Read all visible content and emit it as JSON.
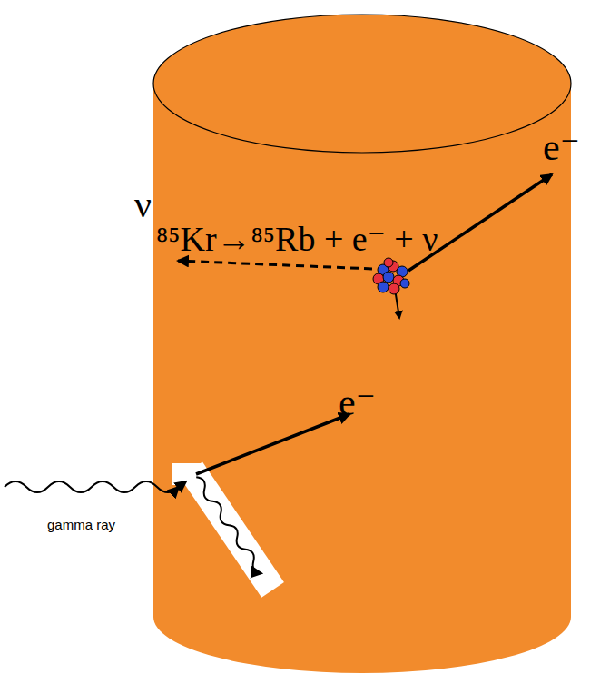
{
  "diagram": {
    "nodes": [
      {
        "text": [
          "ν",
          "e⁻",
          "⁸⁵Kr→⁸⁵Rb + e⁻ + ν",
          "e⁻"
        ]
      }
    ],
    "labels": [
      "gamma ray"
    ]
  }
}
